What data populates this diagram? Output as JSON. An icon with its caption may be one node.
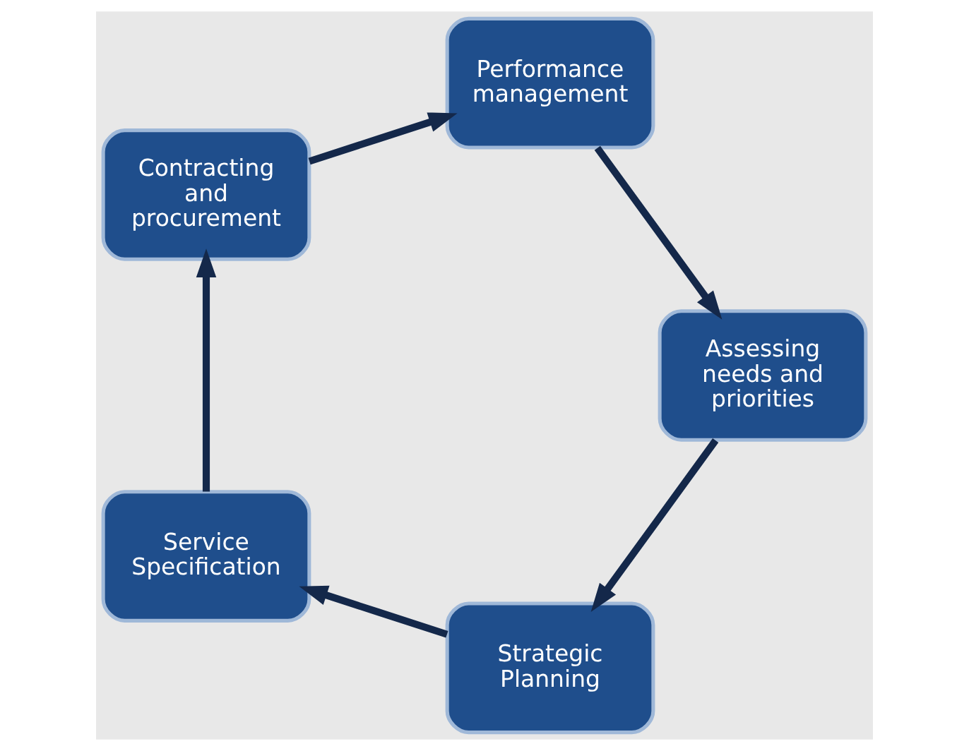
{
  "diagram": {
    "nodes": [
      {
        "text": [
          "Strategic Planning"
        ]
      },
      {
        "text": [
          "Assessing needs and priorities"
        ]
      },
      {
        "text": [
          "Service Specification"
        ]
      },
      {
        "text": [
          "Performance management"
        ]
      },
      {
        "text": [
          "Contracting and procurement"
        ]
      }
    ],
    "edges": [
      {
        "from": 0,
        "to": 2,
        "arrow": "to"
      },
      {
        "from": 2,
        "to": 4,
        "arrow": "to"
      },
      {
        "from": 4,
        "to": 3,
        "arrow": "to"
      },
      {
        "from": 3,
        "to": 1,
        "arrow": "to"
      },
      {
        "from": 1,
        "to": 0,
        "arrow": "to"
      }
    ]
  }
}
